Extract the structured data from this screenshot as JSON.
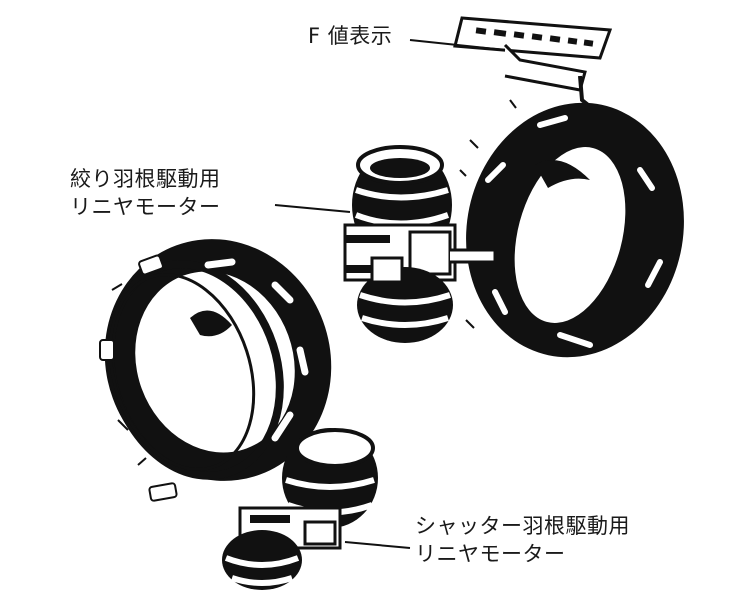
{
  "labels": {
    "f_number_display": "F 値表示",
    "iris_motor": {
      "line1": "絞り羽根駆動用",
      "line2": "リニヤモーター"
    },
    "shutter_motor": {
      "line1": "シャッター羽根駆動用",
      "line2": "リニヤモーター"
    }
  },
  "colors": {
    "ink": "#111111",
    "paper": "#ffffff"
  }
}
